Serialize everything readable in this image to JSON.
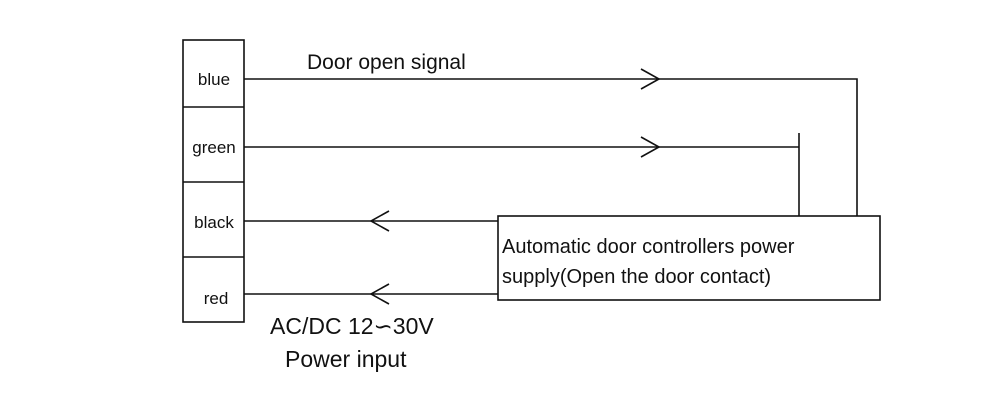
{
  "terminal": {
    "labels": [
      "blue",
      "green",
      "black",
      "red"
    ]
  },
  "signal_label": "Door open signal",
  "controller": {
    "line1": "Automatic door controllers power",
    "line2": "supply(Open the door contact)"
  },
  "power": {
    "line1": "AC/DC 12∽30V",
    "line2": "Power input"
  },
  "colors": {
    "line": "#111111",
    "background": "#ffffff"
  }
}
